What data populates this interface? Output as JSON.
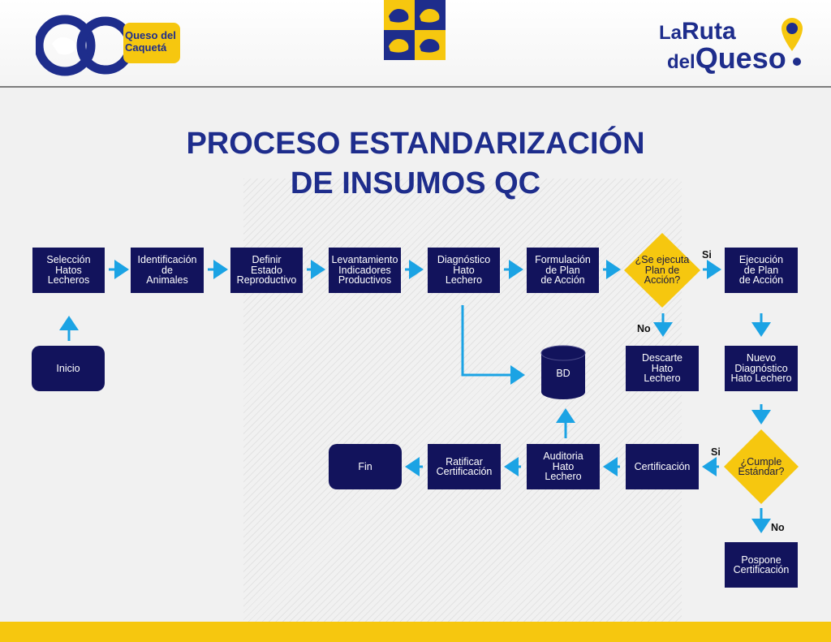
{
  "header": {
    "qc_logo": {
      "text": "Queso del Caquetá"
    },
    "ruta_logo": {
      "line1_a": "La",
      "line1_b": "Ruta",
      "line2_a": "del",
      "line2_b": "Queso"
    }
  },
  "title": {
    "line1": "PROCESO ESTANDARIZACIÓN",
    "line2": "DE INSUMOS QC"
  },
  "nodes": {
    "seleccion": "Selección\nHatos\nLecheros",
    "identificacion": "Identificación\nde\nAnimales",
    "definir": "Definir\nEstado\nReproductivo",
    "levantamiento": "Levantamiento\nIndicadores\nProductivos",
    "diagnostico": "Diagnóstico\nHato\nLechero",
    "formulacion": "Formulación\nde Plan\nde Acción",
    "se_ejecuta": "¿Se ejecuta\nPlan de\nAcción?",
    "ejecucion": "Ejecución\nde Plan\nde Acción",
    "inicio": "Inicio",
    "bd": "BD",
    "descarte": "Descarte\nHato\nLechero",
    "nuevo_diagnostico": "Nuevo\nDiagnóstico\nHato Lechero",
    "fin": "Fin",
    "ratificar": "Ratificar\nCertificación",
    "auditoria": "Auditoria\nHato\nLechero",
    "certificacion": "Certificación",
    "cumple": "¿Cumple\nEstándar?",
    "pospone": "Pospone\nCertificación"
  },
  "labels": {
    "si_ejecuta": "Si",
    "no_ejecuta": "No",
    "si_cumple": "Si",
    "no_cumple": "No"
  },
  "colors": {
    "box": "#12135c",
    "arrow": "#1ba3e4",
    "diamond": "#f6c70f",
    "title": "#1e2d8c",
    "footer": "#f6c70f"
  }
}
